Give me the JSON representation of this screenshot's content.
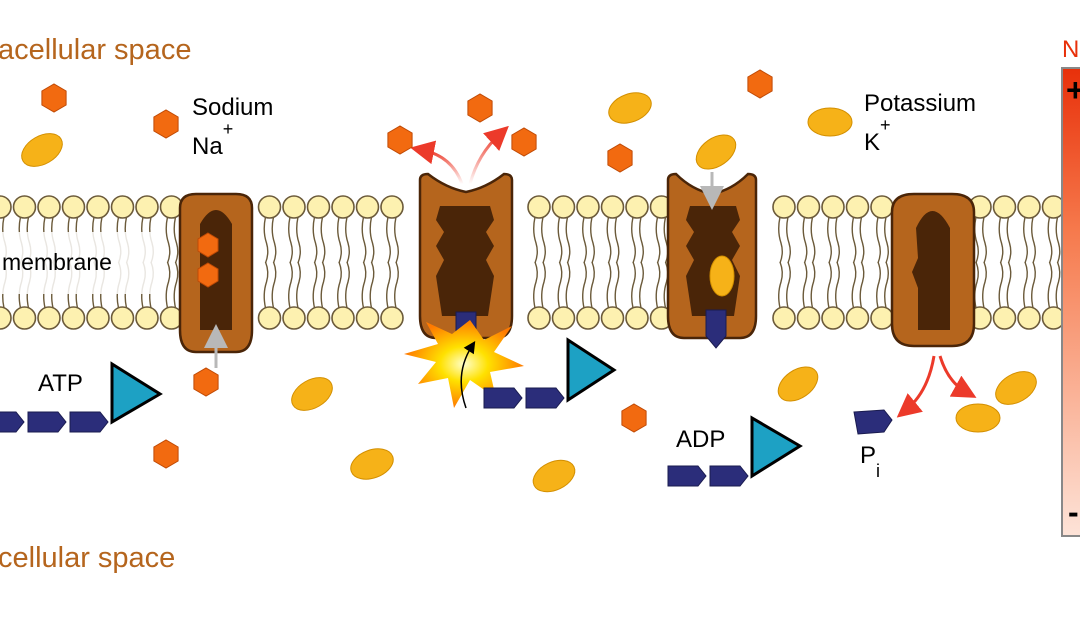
{
  "regions": {
    "extracellular": "acellular space",
    "intracellular": "cellular space",
    "membrane": "membrane"
  },
  "labels": {
    "sodium_name": "Sodium",
    "sodium_symbol": "Na",
    "sodium_charge": "+",
    "potassium_name": "Potassium",
    "potassium_symbol": "K",
    "potassium_charge": "+",
    "atp": "ATP",
    "adp": "ADP",
    "phosphate": "P",
    "phosphate_sub": "i"
  },
  "gradient_bar": {
    "top_partial_label": "N",
    "plus": "+",
    "minus": "-"
  },
  "colors": {
    "pump_brown": "#b5651d",
    "pump_dark": "#4a2508",
    "sodium_orange": "#f26a10",
    "potassium_yellow": "#f6b218",
    "phosphate_navy": "#2b2d7a",
    "triangle_teal": "#1da1c4",
    "lipid_head": "#fdf1b0",
    "arrow_red": "#ec3a2a",
    "region_text": "#b5651d"
  }
}
